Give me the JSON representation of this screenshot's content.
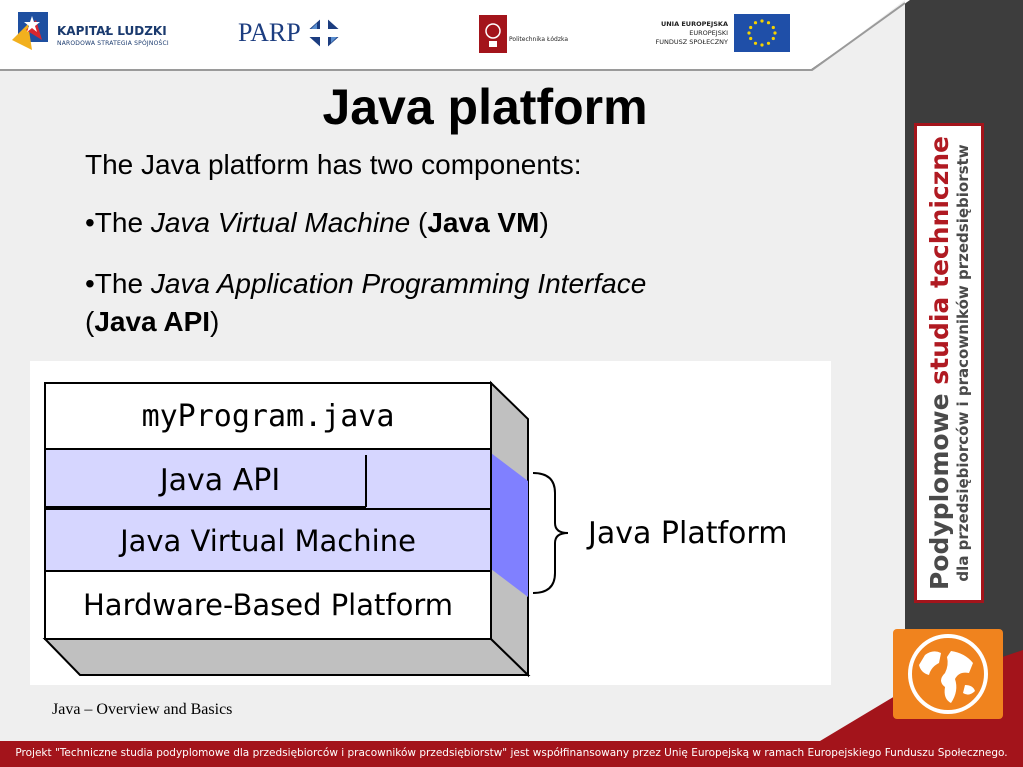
{
  "header": {
    "kapital_title": "KAPITAŁ LUDZKI",
    "kapital_subtitle": "NARODOWA STRATEGIA SPÓJNOŚCI",
    "parp_label": "PARP",
    "politechnika_label": "Politechnika Łódzka",
    "eu_line1": "UNIA EUROPEJSKA",
    "eu_line2": "EUROPEJSKI",
    "eu_line3": "FUNDUSZ SPOŁECZNY"
  },
  "slide": {
    "title": "Java platform",
    "intro": "The Java platform has two components:",
    "bullet1": {
      "prefix": "•The ",
      "italic": "Java Virtual Machine",
      "open": " (",
      "bold": "Java VM",
      "close": ")"
    },
    "bullet2": {
      "prefix": "•The ",
      "italic": "Java Application Programming Interface",
      "open": "(",
      "bold": "Java API",
      "close": ")"
    }
  },
  "diagram": {
    "layer_program": "myProgram.java",
    "layer_api": "Java API",
    "layer_vm": "Java Virtual Machine",
    "layer_hardware": "Hardware-Based Platform",
    "platform_label": "Java Platform",
    "colors": {
      "api_vm_fill": "#d6d6ff",
      "side_fill": "#c0c0c0",
      "accent_side": "#8080ff"
    }
  },
  "banner": {
    "line1_part1": "Podyplomowe",
    "line1_part2": "studia",
    "line1_part3": "techniczne",
    "line2": "dla przedsiębiorców i pracowników przedsiębiorstw"
  },
  "footer": {
    "left_label": "Java – Overview and Basics",
    "project_text": "Projekt \"Techniczne studia podyplomowe dla przedsiębiorców i pracowników przedsiębiorstw\" jest współfinansowany przez Unię Europejską w ramach Europejskiego Funduszu Społecznego."
  },
  "colors": {
    "brand_red": "#a3141b",
    "brand_orange": "#f0831e",
    "gray_band": "#3d3d3d"
  }
}
